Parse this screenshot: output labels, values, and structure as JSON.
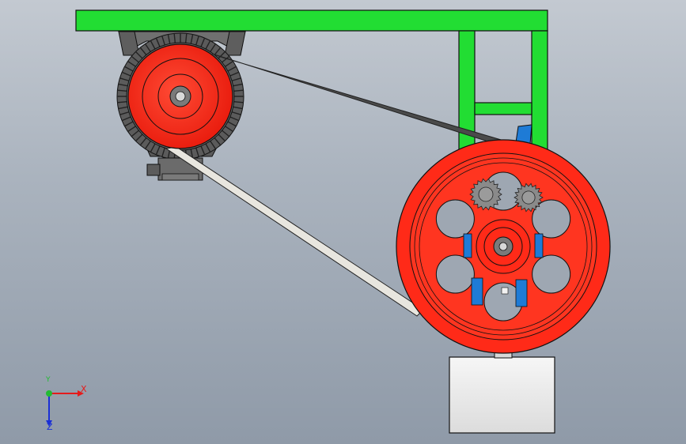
{
  "viewport": {
    "colors": {
      "frame": "#22dd33",
      "pulley": "#ff2a18",
      "base": "#eeeeee",
      "bracket": "#6e6e6e",
      "belt_upper": "#4a4a4a",
      "belt_lower": "#e8e6df",
      "support": "#1e7bd6"
    }
  },
  "triad": {
    "x_label": "X",
    "y_label": "Y",
    "z_label": "Z"
  }
}
